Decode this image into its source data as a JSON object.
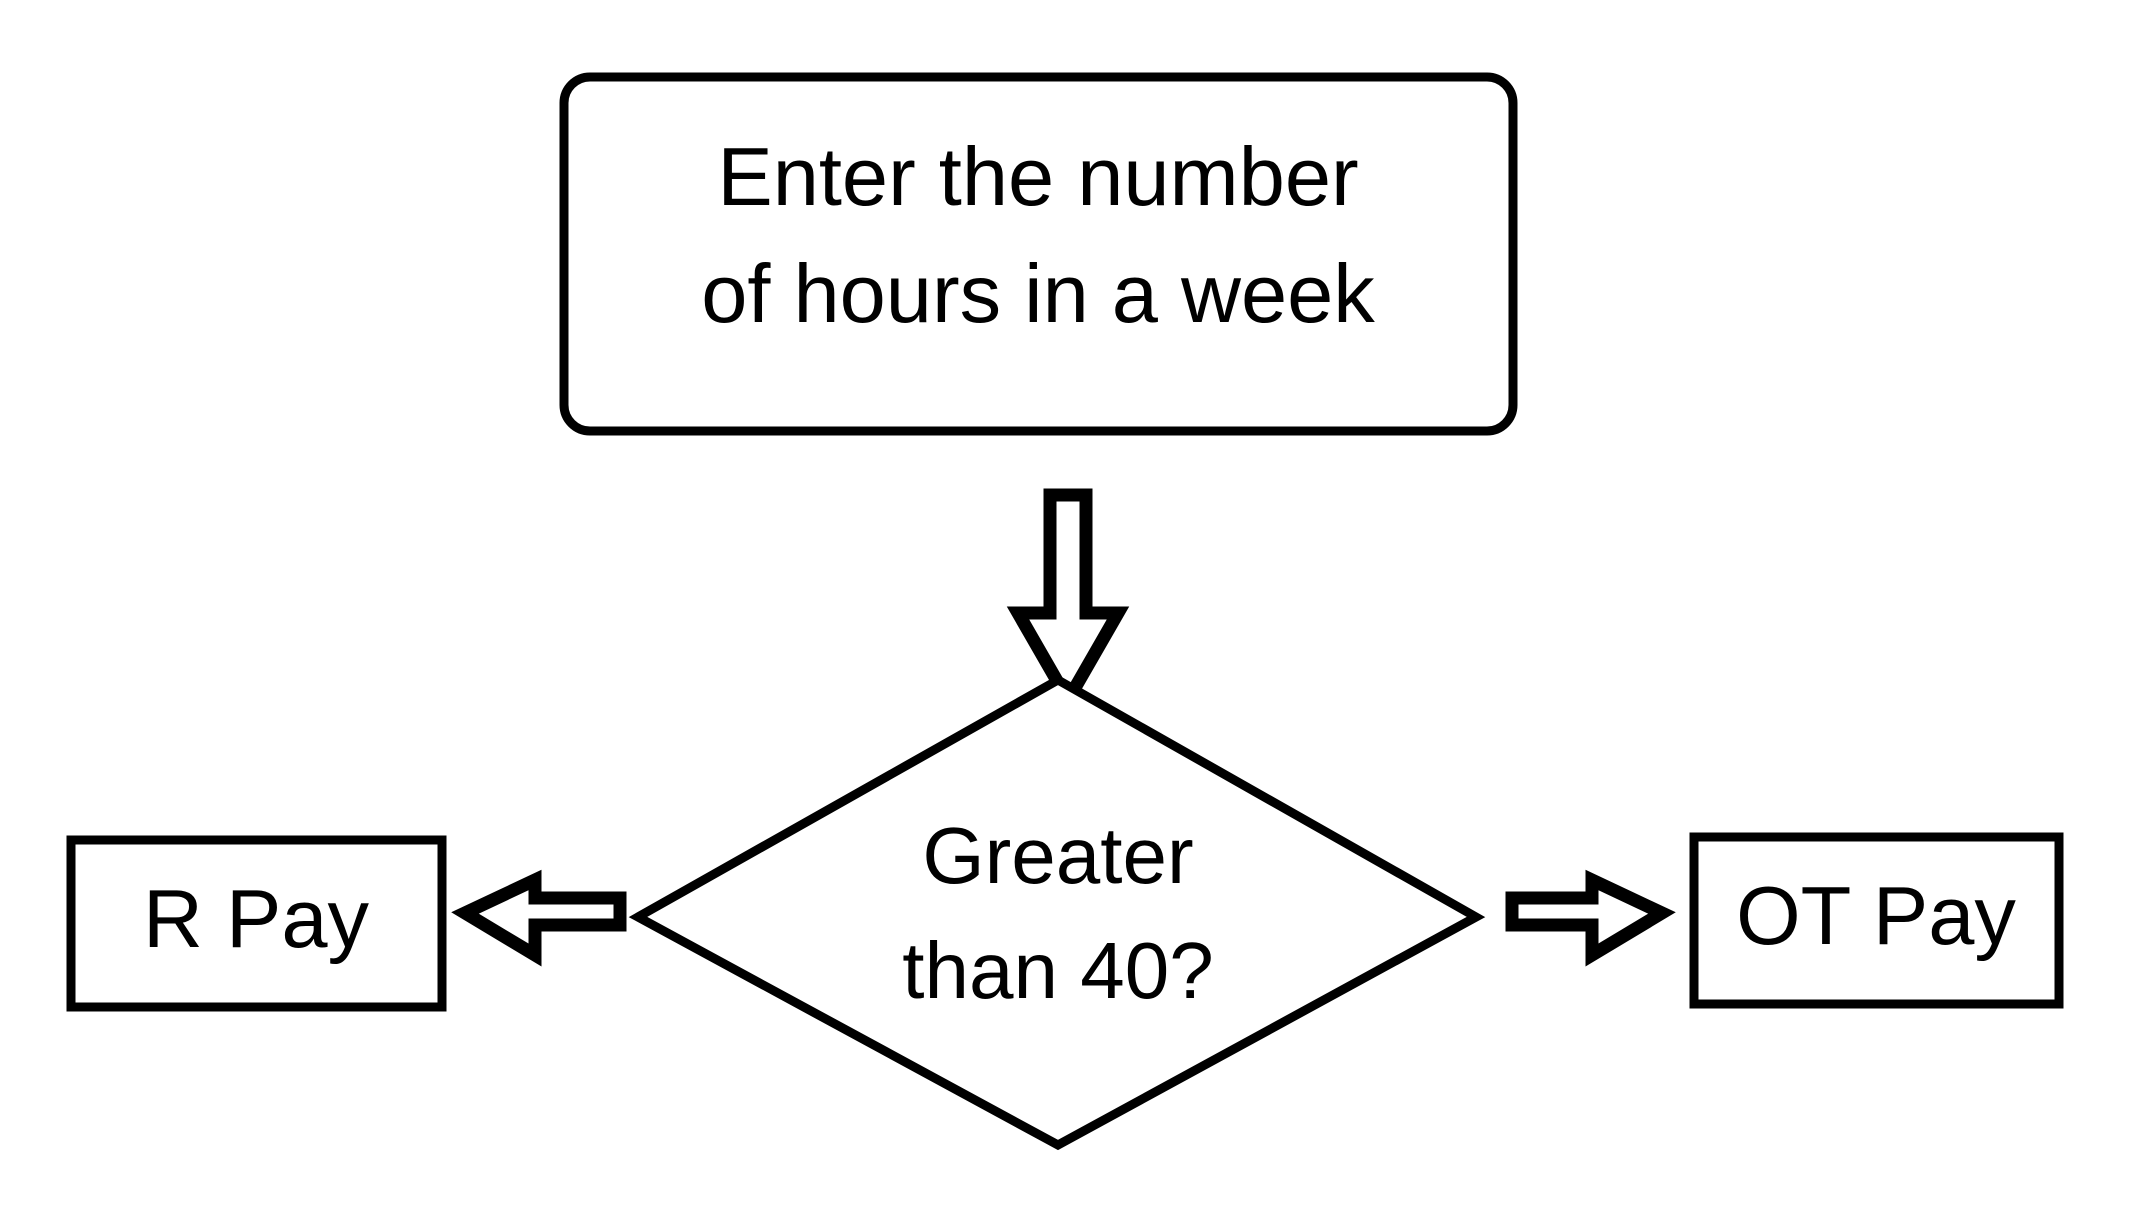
{
  "diagram": {
    "title": "Pay calculation decision flowchart",
    "background_color": "#ffffff",
    "line_color": "#000000",
    "fill_color": "#ffffff"
  },
  "nodes": {
    "process_input": {
      "shape": "rounded-rectangle",
      "line1": "Enter the number",
      "line2": "of hours in a week"
    },
    "decision_hours": {
      "shape": "diamond",
      "line1": "Greater",
      "line2": "than 40?"
    },
    "terminal_regular_pay": {
      "shape": "rectangle",
      "label": "R Pay"
    },
    "terminal_overtime_pay": {
      "shape": "rectangle",
      "label": "OT Pay"
    }
  },
  "connectors": {
    "input_to_decision": {
      "icon": "arrow-down-icon",
      "direction": "down"
    },
    "decision_to_regular": {
      "icon": "arrow-left-icon",
      "direction": "left"
    },
    "decision_to_overtime": {
      "icon": "arrow-right-icon",
      "direction": "right"
    }
  }
}
